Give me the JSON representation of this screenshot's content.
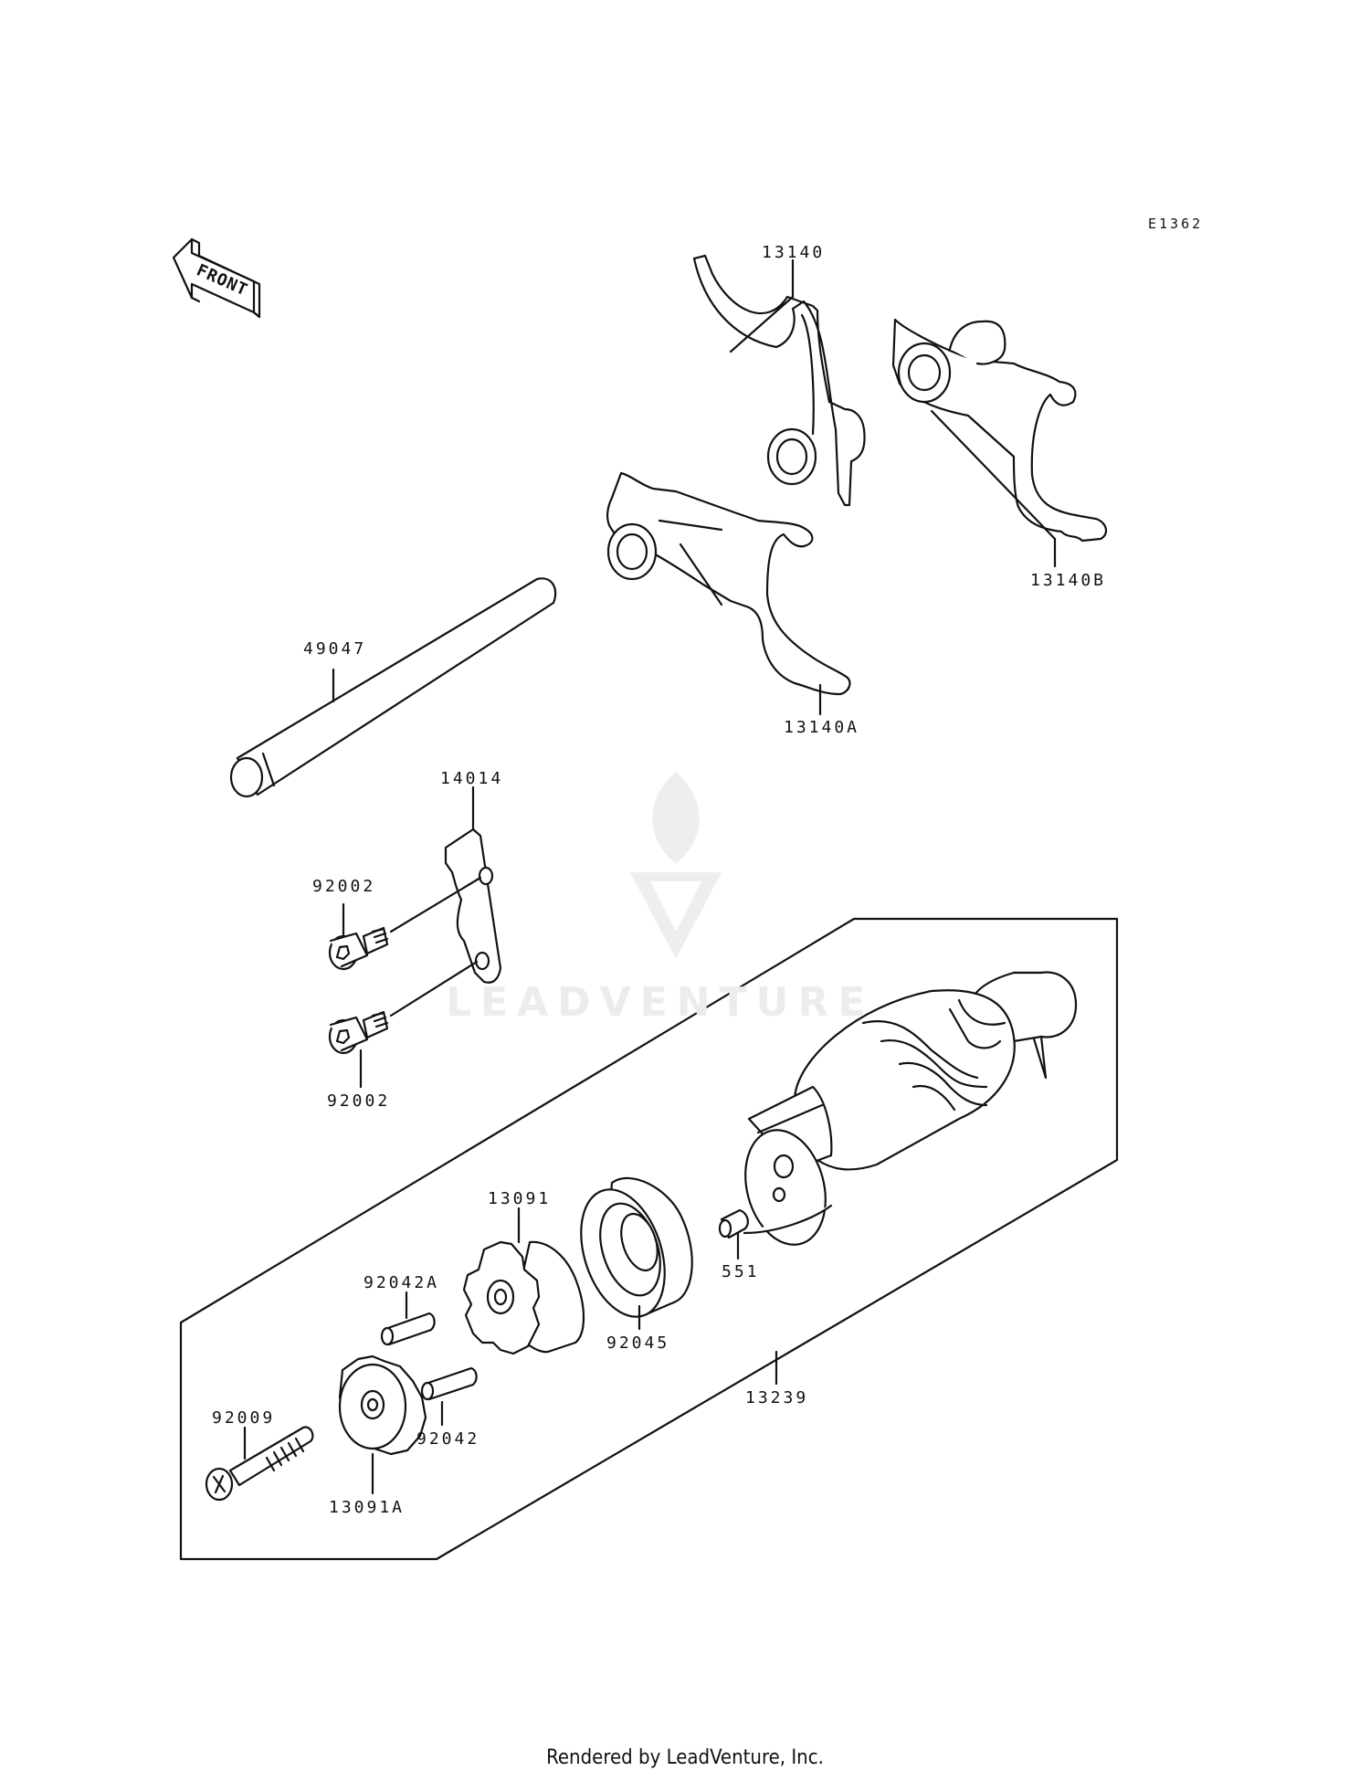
{
  "diagram_code": "E1362",
  "front_arrow_label": "FRONT",
  "watermark_text": "LEADVENTURE",
  "footer": "Rendered by LeadVenture, Inc.",
  "parts": {
    "p13140": "13140",
    "p13140B": "13140B",
    "p13140A": "13140A",
    "p49047": "49047",
    "p14014": "14014",
    "p92002_top": "92002",
    "p92002_bottom": "92002",
    "p13091": "13091",
    "p92042A": "92042A",
    "p92045": "92045",
    "p551": "551",
    "p13239": "13239",
    "p92009": "92009",
    "p92042": "92042",
    "p13091A": "13091A"
  },
  "colors": {
    "line": "#111111",
    "watermark": "#e6e6e6",
    "background": "#ffffff"
  }
}
